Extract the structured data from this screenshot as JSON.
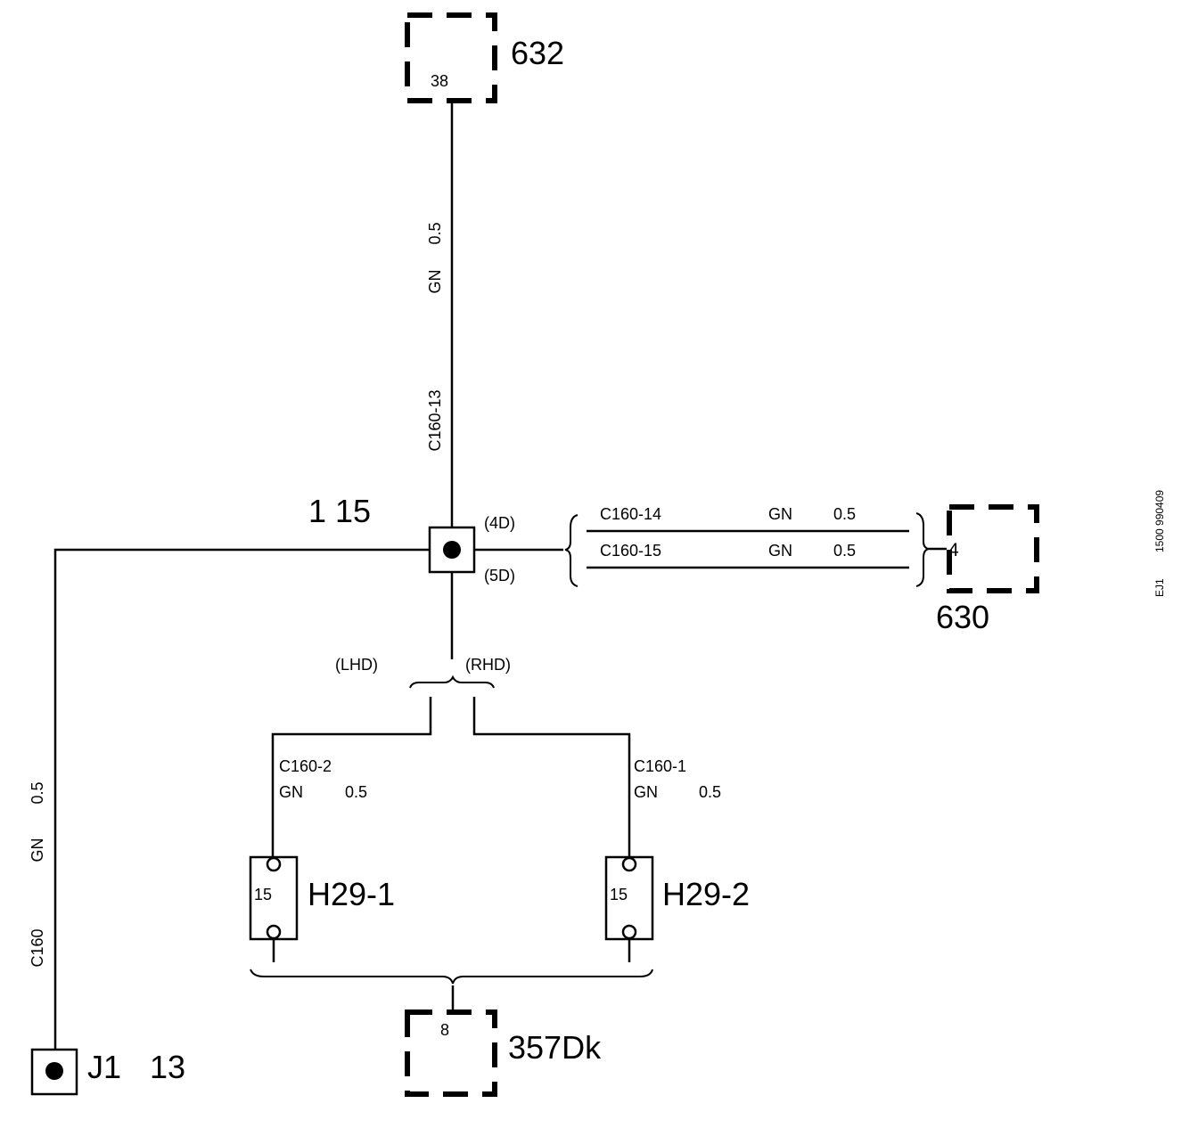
{
  "components": {
    "c632": {
      "label": "632",
      "pin": "38"
    },
    "c630": {
      "label": "630",
      "pin": "4"
    },
    "c357": {
      "label": "357Dk",
      "pin": "8"
    },
    "j1": {
      "label": "J1",
      "pin": "13"
    },
    "h29_1": {
      "label": "H29-1",
      "pin": "15"
    },
    "h29_2": {
      "label": "H29-2",
      "pin": "15"
    }
  },
  "junction": {
    "label": "1 15",
    "upper_note": "(4D)",
    "lower_note": "(5D)"
  },
  "variants": {
    "lhd": "(LHD)",
    "rhd": "(RHD)"
  },
  "wires": {
    "vertical_top": {
      "connector": "C160-13",
      "color": "GN",
      "size": "0.5"
    },
    "left": {
      "connector": "C160",
      "color": "GN",
      "size": "0.5"
    },
    "right_a": {
      "connector": "C160-14",
      "color": "GN",
      "size": "0.5"
    },
    "right_b": {
      "connector": "C160-15",
      "color": "GN",
      "size": "0.5"
    },
    "lhd_branch": {
      "connector": "C160-2",
      "color": "GN",
      "size": "0.5"
    },
    "rhd_branch": {
      "connector": "C160-1",
      "color": "GN",
      "size": "0.5"
    }
  },
  "margin_note": {
    "code": "EJ1",
    "number": "1500 990409"
  }
}
